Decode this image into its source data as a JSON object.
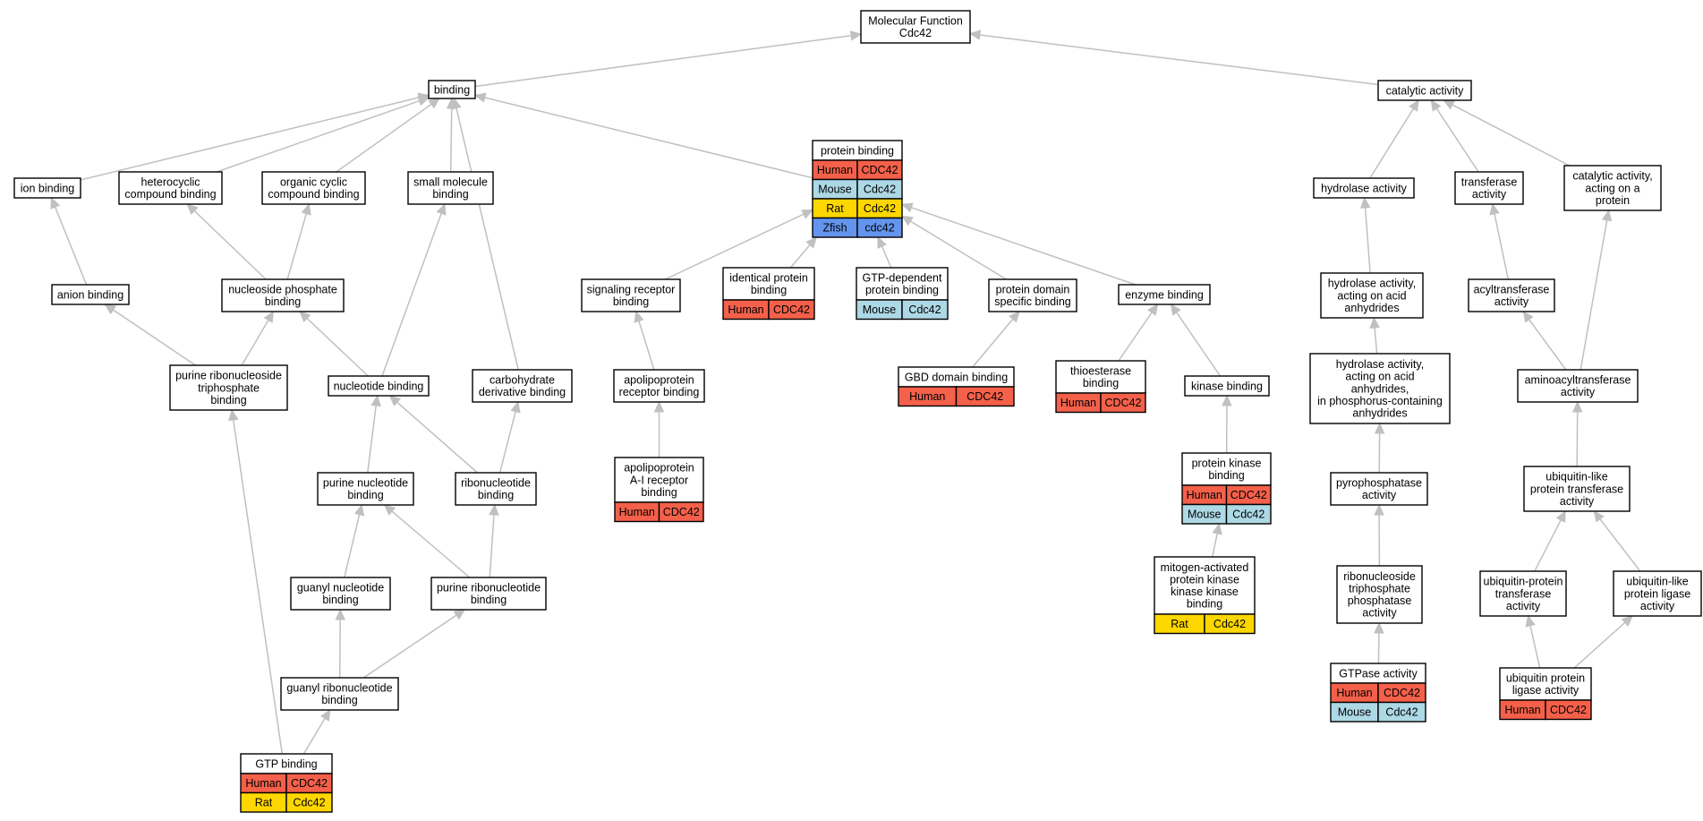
{
  "colors": {
    "edge": "#c0c0c0",
    "Human": "#f4604a",
    "Mouse": "#add8e6",
    "Rat": "#ffd700",
    "Zfish": "#6495ed"
  },
  "nodes": {
    "mf": {
      "lines": [
        "Molecular Function",
        "Cdc42"
      ]
    },
    "binding": {
      "lines": [
        "binding"
      ]
    },
    "catalytic": {
      "lines": [
        "catalytic activity"
      ]
    },
    "ion_binding": {
      "lines": [
        "ion binding"
      ]
    },
    "heterocyclic": {
      "lines": [
        "heterocyclic",
        "compound binding"
      ]
    },
    "organic_cyclic": {
      "lines": [
        "organic cyclic",
        "compound binding"
      ]
    },
    "small_molecule": {
      "lines": [
        "small molecule",
        "binding"
      ]
    },
    "protein_binding": {
      "lines": [
        "protein binding"
      ],
      "orthologs": [
        {
          "species": "Human",
          "gene": "CDC42"
        },
        {
          "species": "Mouse",
          "gene": "Cdc42"
        },
        {
          "species": "Rat",
          "gene": "Cdc42"
        },
        {
          "species": "Zfish",
          "gene": "cdc42"
        }
      ]
    },
    "hydrolase": {
      "lines": [
        "hydrolase activity"
      ]
    },
    "transferase": {
      "lines": [
        "transferase",
        "activity"
      ]
    },
    "cat_protein": {
      "lines": [
        "catalytic activity,",
        "acting on a",
        "protein"
      ]
    },
    "anion": {
      "lines": [
        "anion binding"
      ]
    },
    "nucleoside_phosphate": {
      "lines": [
        "nucleoside phosphate",
        "binding"
      ]
    },
    "signaling_receptor": {
      "lines": [
        "signaling receptor",
        "binding"
      ]
    },
    "identical_protein": {
      "lines": [
        "identical protein",
        "binding"
      ],
      "orthologs": [
        {
          "species": "Human",
          "gene": "CDC42"
        }
      ]
    },
    "gtp_dependent": {
      "lines": [
        "GTP-dependent",
        "protein binding"
      ],
      "orthologs": [
        {
          "species": "Mouse",
          "gene": "Cdc42"
        }
      ]
    },
    "protein_domain": {
      "lines": [
        "protein domain",
        "specific binding"
      ]
    },
    "enzyme": {
      "lines": [
        "enzyme binding"
      ]
    },
    "hydrolase_acid": {
      "lines": [
        "hydrolase activity,",
        "acting on acid",
        "anhydrides"
      ]
    },
    "acyltransferase": {
      "lines": [
        "acyltransferase",
        "activity"
      ]
    },
    "purine_rnt_tp": {
      "lines": [
        "purine ribonucleoside",
        "triphosphate",
        "binding"
      ]
    },
    "nucleotide": {
      "lines": [
        "nucleotide binding"
      ]
    },
    "carbohydrate": {
      "lines": [
        "carbohydrate",
        "derivative binding"
      ]
    },
    "apolipo_receptor": {
      "lines": [
        "apolipoprotein",
        "receptor binding"
      ]
    },
    "gbd": {
      "lines": [
        "GBD domain binding"
      ],
      "orthologs": [
        {
          "species": "Human",
          "gene": "CDC42"
        }
      ]
    },
    "thioesterase": {
      "lines": [
        "thioesterase",
        "binding"
      ],
      "orthologs": [
        {
          "species": "Human",
          "gene": "CDC42"
        }
      ]
    },
    "kinase": {
      "lines": [
        "kinase binding"
      ]
    },
    "hydrolase_phos": {
      "lines": [
        "hydrolase activity,",
        "acting on acid",
        "anhydrides,",
        "in phosphorus-containing",
        "anhydrides"
      ]
    },
    "aminoacyl": {
      "lines": [
        "aminoacyltransferase",
        "activity"
      ]
    },
    "purine_nt": {
      "lines": [
        "purine nucleotide",
        "binding"
      ]
    },
    "ribonucleotide": {
      "lines": [
        "ribonucleotide",
        "binding"
      ]
    },
    "apolipo_ai": {
      "lines": [
        "apolipoprotein",
        "A-I receptor",
        "binding"
      ],
      "orthologs": [
        {
          "species": "Human",
          "gene": "CDC42"
        }
      ]
    },
    "protein_kinase": {
      "lines": [
        "protein kinase",
        "binding"
      ],
      "orthologs": [
        {
          "species": "Human",
          "gene": "CDC42"
        },
        {
          "species": "Mouse",
          "gene": "Cdc42"
        }
      ]
    },
    "pyrophosphatase": {
      "lines": [
        "pyrophosphatase",
        "activity"
      ]
    },
    "ubl_transferase": {
      "lines": [
        "ubiquitin-like",
        "protein transferase",
        "activity"
      ]
    },
    "guanyl_nt": {
      "lines": [
        "guanyl nucleotide",
        "binding"
      ]
    },
    "purine_rnt": {
      "lines": [
        "purine ribonucleotide",
        "binding"
      ]
    },
    "mapkkk": {
      "lines": [
        "mitogen-activated",
        "protein kinase",
        "kinase kinase",
        "binding"
      ],
      "orthologs": [
        {
          "species": "Rat",
          "gene": "Cdc42"
        }
      ]
    },
    "rnt_tp_phosphatase": {
      "lines": [
        "ribonucleoside",
        "triphosphate",
        "phosphatase",
        "activity"
      ]
    },
    "ub_transferase": {
      "lines": [
        "ubiquitin-protein",
        "transferase",
        "activity"
      ]
    },
    "ubl_ligase": {
      "lines": [
        "ubiquitin-like",
        "protein ligase",
        "activity"
      ]
    },
    "guanyl_rnt": {
      "lines": [
        "guanyl ribonucleotide",
        "binding"
      ]
    },
    "gtpase": {
      "lines": [
        "GTPase activity"
      ],
      "orthologs": [
        {
          "species": "Human",
          "gene": "CDC42"
        },
        {
          "species": "Mouse",
          "gene": "Cdc42"
        }
      ]
    },
    "ub_ligase": {
      "lines": [
        "ubiquitin protein",
        "ligase activity"
      ],
      "orthologs": [
        {
          "species": "Human",
          "gene": "CDC42"
        }
      ]
    },
    "gtp_binding": {
      "lines": [
        "GTP binding"
      ],
      "orthologs": [
        {
          "species": "Human",
          "gene": "CDC42"
        },
        {
          "species": "Rat",
          "gene": "Cdc42"
        }
      ]
    }
  },
  "edges": [
    [
      "binding",
      "mf"
    ],
    [
      "catalytic",
      "mf"
    ],
    [
      "ion_binding",
      "binding"
    ],
    [
      "heterocyclic",
      "binding"
    ],
    [
      "organic_cyclic",
      "binding"
    ],
    [
      "small_molecule",
      "binding"
    ],
    [
      "protein_binding",
      "binding"
    ],
    [
      "carbohydrate",
      "binding"
    ],
    [
      "anion",
      "ion_binding"
    ],
    [
      "nucleoside_phosphate",
      "heterocyclic"
    ],
    [
      "nucleoside_phosphate",
      "organic_cyclic"
    ],
    [
      "purine_rnt_tp",
      "anion"
    ],
    [
      "purine_rnt_tp",
      "nucleoside_phosphate"
    ],
    [
      "nucleotide",
      "nucleoside_phosphate"
    ],
    [
      "nucleotide",
      "small_molecule"
    ],
    [
      "purine_nt",
      "nucleotide"
    ],
    [
      "ribonucleotide",
      "nucleotide"
    ],
    [
      "ribonucleotide",
      "carbohydrate"
    ],
    [
      "guanyl_nt",
      "purine_nt"
    ],
    [
      "purine_rnt",
      "purine_nt"
    ],
    [
      "purine_rnt",
      "ribonucleotide"
    ],
    [
      "guanyl_rnt",
      "guanyl_nt"
    ],
    [
      "guanyl_rnt",
      "purine_rnt"
    ],
    [
      "gtp_binding",
      "guanyl_rnt"
    ],
    [
      "gtp_binding",
      "purine_rnt_tp"
    ],
    [
      "signaling_receptor",
      "protein_binding"
    ],
    [
      "identical_protein",
      "protein_binding"
    ],
    [
      "gtp_dependent",
      "protein_binding"
    ],
    [
      "protein_domain",
      "protein_binding"
    ],
    [
      "enzyme",
      "protein_binding"
    ],
    [
      "apolipo_receptor",
      "signaling_receptor"
    ],
    [
      "apolipo_ai",
      "apolipo_receptor"
    ],
    [
      "gbd",
      "protein_domain"
    ],
    [
      "thioesterase",
      "enzyme"
    ],
    [
      "kinase",
      "enzyme"
    ],
    [
      "protein_kinase",
      "kinase"
    ],
    [
      "mapkkk",
      "protein_kinase"
    ],
    [
      "hydrolase",
      "catalytic"
    ],
    [
      "transferase",
      "catalytic"
    ],
    [
      "cat_protein",
      "catalytic"
    ],
    [
      "hydrolase_acid",
      "hydrolase"
    ],
    [
      "hydrolase_phos",
      "hydrolase_acid"
    ],
    [
      "pyrophosphatase",
      "hydrolase_phos"
    ],
    [
      "rnt_tp_phosphatase",
      "pyrophosphatase"
    ],
    [
      "gtpase",
      "rnt_tp_phosphatase"
    ],
    [
      "acyltransferase",
      "transferase"
    ],
    [
      "aminoacyl",
      "acyltransferase"
    ],
    [
      "aminoacyl",
      "cat_protein"
    ],
    [
      "ubl_transferase",
      "aminoacyl"
    ],
    [
      "ub_transferase",
      "ubl_transferase"
    ],
    [
      "ubl_ligase",
      "ubl_transferase"
    ],
    [
      "ub_ligase",
      "ub_transferase"
    ],
    [
      "ub_ligase",
      "ubl_ligase"
    ]
  ]
}
